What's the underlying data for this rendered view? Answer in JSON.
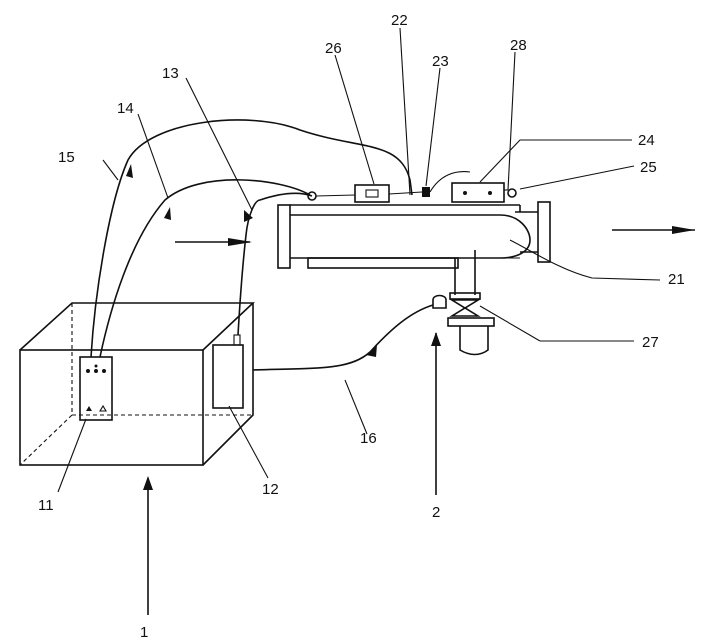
{
  "labels": {
    "l1": "1",
    "l2": "2",
    "l11": "11",
    "l12": "12",
    "l13": "13",
    "l14": "14",
    "l15": "15",
    "l16": "16",
    "l21": "21",
    "l22": "22",
    "l23": "23",
    "l24": "24",
    "l25": "25",
    "l26": "26",
    "l27": "27",
    "l28": "28"
  }
}
